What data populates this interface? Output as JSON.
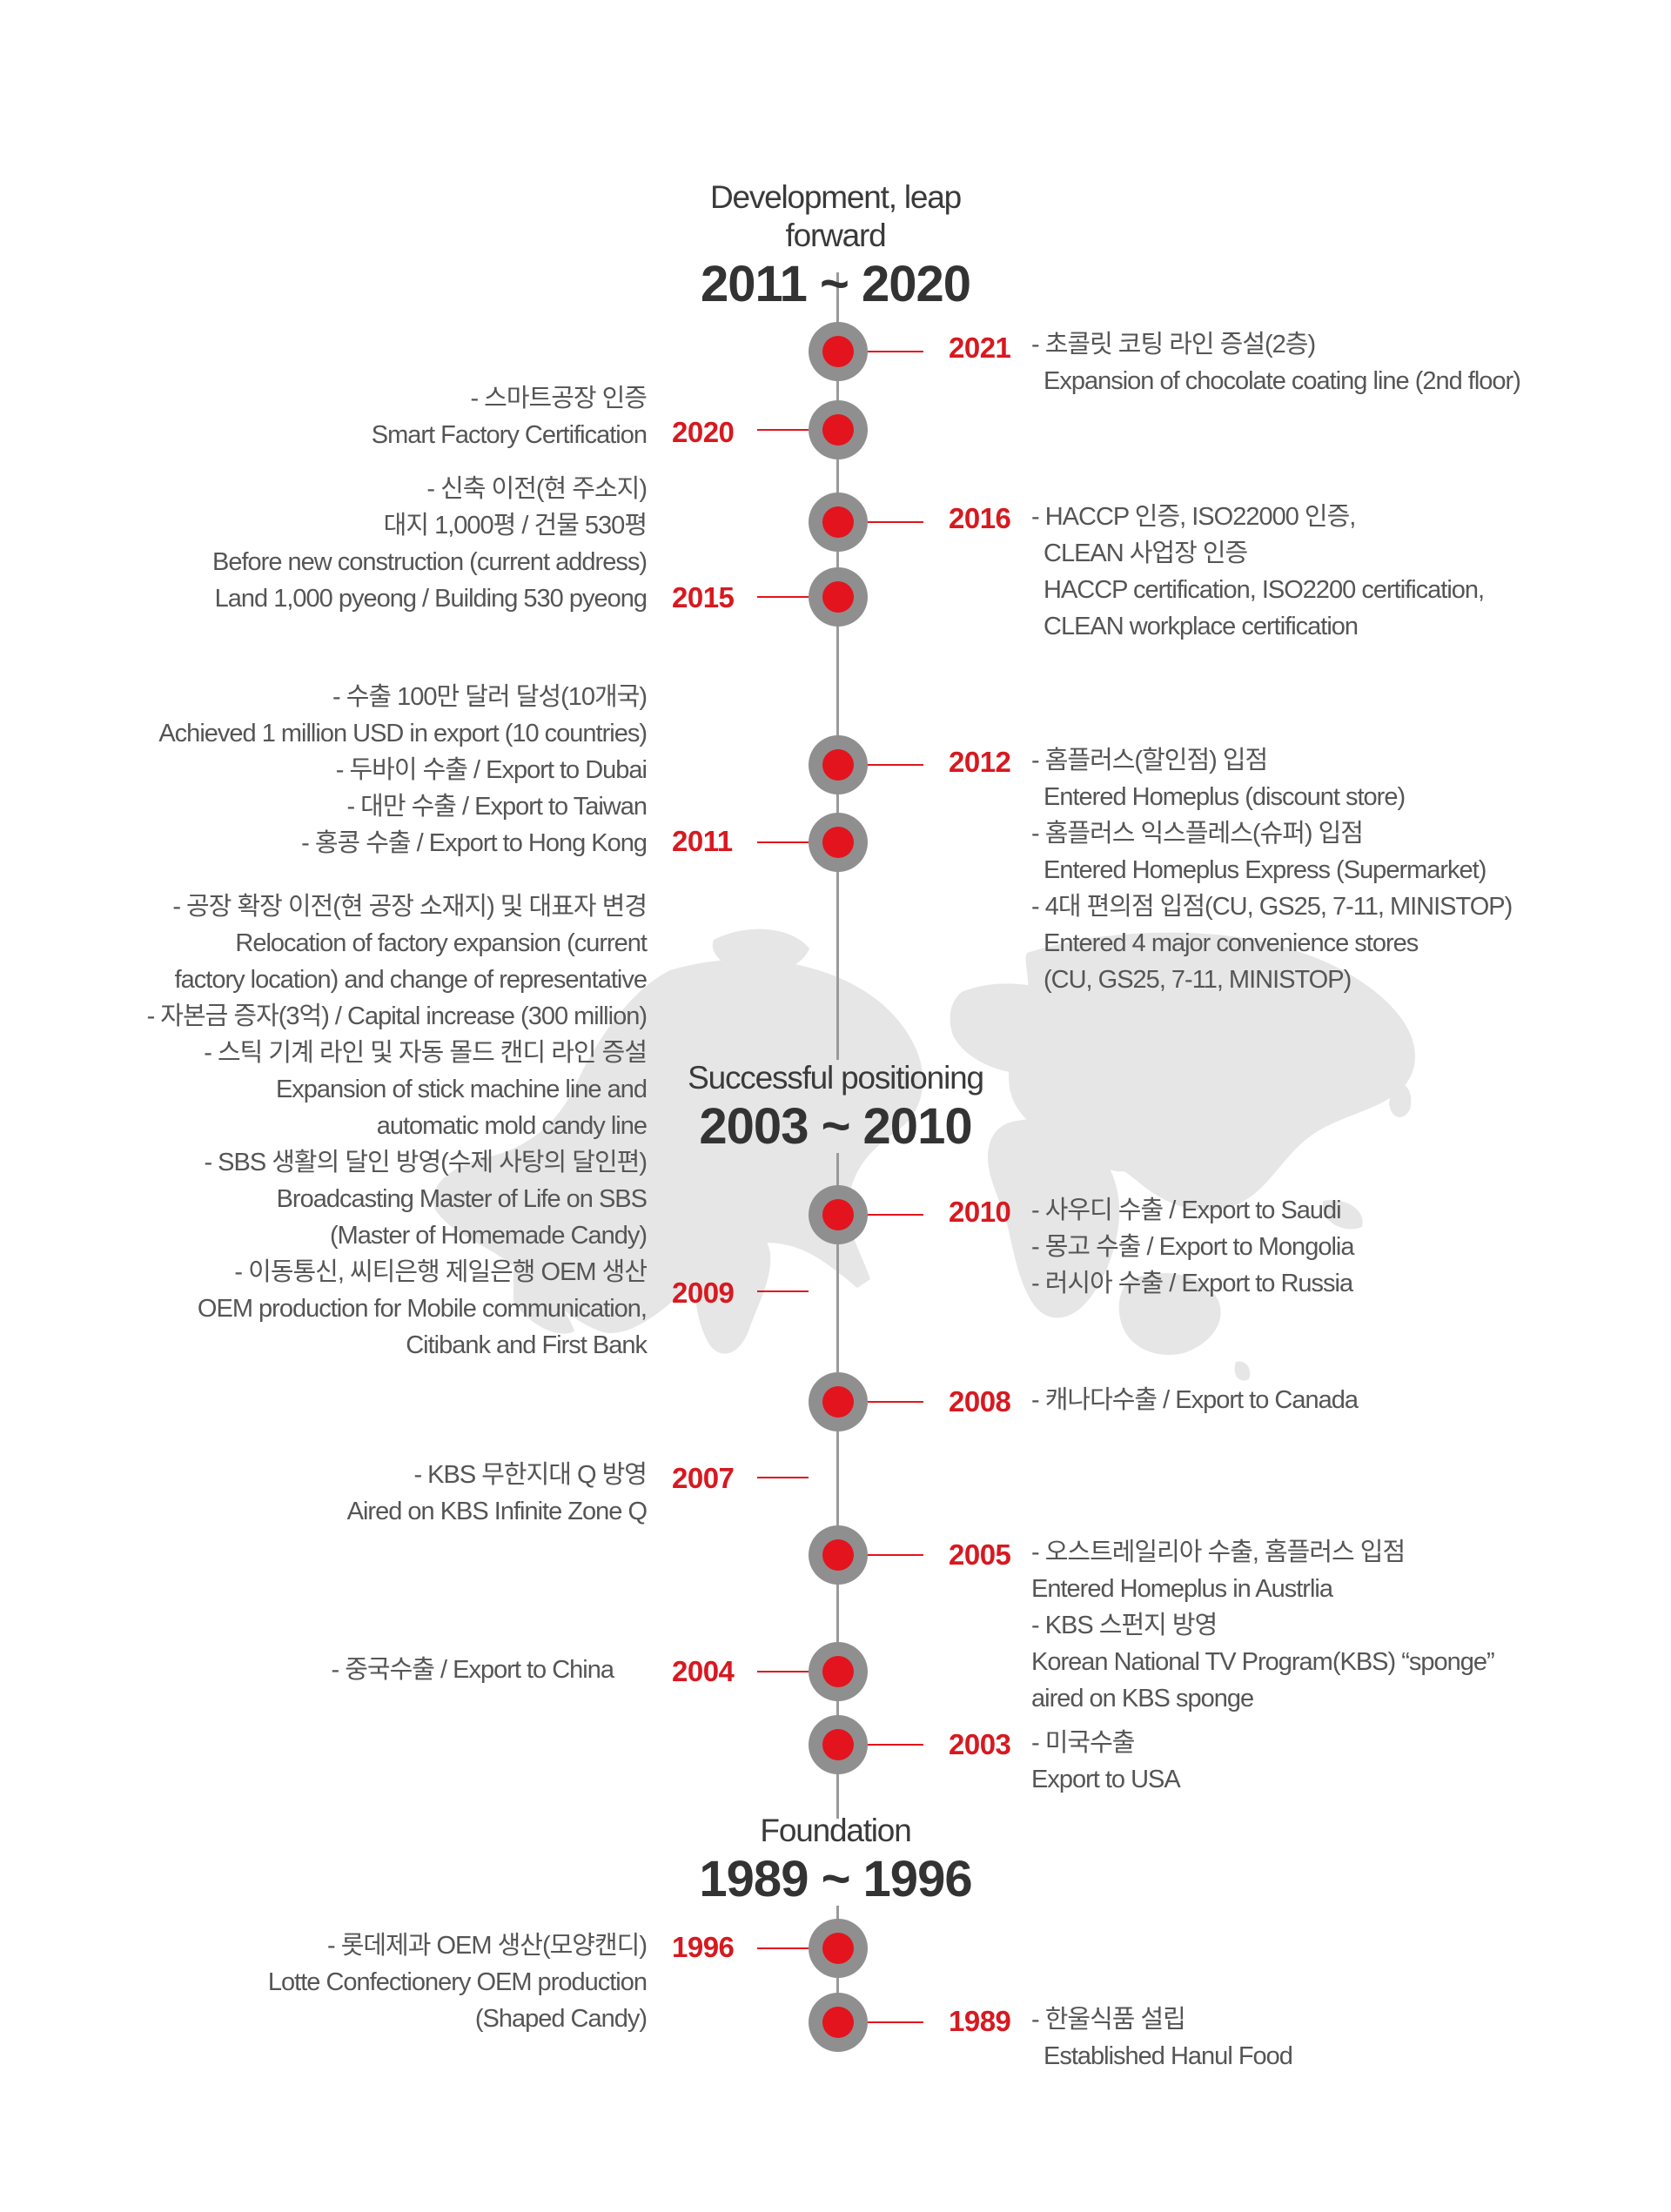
{
  "colors": {
    "accent": "#d71920",
    "dot_ring": "#8f8f8f",
    "axis": "#9a9a9a",
    "map": "#e6e6e6"
  },
  "eras": [
    {
      "title": "Development, leap forward",
      "range": "2011 ~ 2020"
    },
    {
      "title": "Successful positioning",
      "range": "2003 ~ 2010"
    },
    {
      "title": "Foundation",
      "range": "1989 ~ 1996"
    }
  ],
  "events": [
    {
      "year": "2021",
      "side": "right",
      "dot": true,
      "lines": [
        "- 초콜릿 코팅 라인 증설(2층)",
        "  Expansion of chocolate coating line (2nd floor)"
      ]
    },
    {
      "year": "2020",
      "side": "left",
      "dot": true,
      "lines": [
        "- 스마트공장 인증",
        "Smart Factory Certification"
      ]
    },
    {
      "year": "2016",
      "side": "right",
      "dot": true,
      "lines": [
        "- HACCP 인증, ISO22000 인증,",
        "  CLEAN 사업장 인증",
        "  HACCP certification, ISO2200 certification,",
        "  CLEAN workplace certification"
      ]
    },
    {
      "year": "2015",
      "side": "left",
      "dot": true,
      "lines": [
        "- 신축 이전(현 주소지)",
        "대지 1,000평 / 건물 530평",
        "Before new construction (current address)",
        "Land 1,000 pyeong / Building 530 pyeong"
      ]
    },
    {
      "year": "2012",
      "side": "right",
      "dot": true,
      "lines": [
        "- 홈플러스(할인점) 입점",
        "  Entered Homeplus (discount store)",
        "- 홈플러스 익스플레스(슈퍼) 입점",
        "  Entered Homeplus Express  (Supermarket)",
        "- 4대 편의점 입점(CU, GS25, 7-11, MINISTOP)",
        "  Entered 4 major convenience stores",
        "  (CU, GS25, 7-11, MINISTOP)"
      ]
    },
    {
      "year": "2011",
      "side": "left",
      "dot": true,
      "lines": [
        "- 수출 100만 달러 달성(10개국)",
        "Achieved 1 million USD in export (10 countries)",
        "- 두바이 수출 / Export to Dubai",
        "- 대만 수출 / Export to Taiwan",
        "- 홍콩 수출 / Export to Hong Kong"
      ]
    },
    {
      "year": "2010",
      "side": "right",
      "dot": true,
      "lines": [
        "- 사우디 수출 / Export to Saudi",
        "- 몽고 수출 / Export to Mongolia",
        "- 러시아 수출 / Export to Russia"
      ]
    },
    {
      "year": "2009",
      "side": "left",
      "dot": false,
      "lines": [
        "- 공장 확장 이전(현 공장 소재지) 및 대표자 변경",
        "Relocation of factory expansion (current",
        "factory location) and change of  representative",
        "- 자본금 증자(3억)  /  Capital increase (300 million)",
        "- 스틱 기계 라인 및 자동 몰드 캔디 라인 증설",
        "Expansion of stick machine line and",
        "automatic mold candy line",
        "- SBS 생활의 달인 방영(수제 사탕의 달인편)",
        "Broadcasting Master of Life on SBS",
        "(Master of Homemade Candy)",
        "- 이동통신, 씨티은행 제일은행 OEM 생산",
        "OEM production for Mobile communication,",
        "Citibank and First Bank"
      ]
    },
    {
      "year": "2008",
      "side": "right",
      "dot": true,
      "lines": [
        "- 캐나다수출 / Export to Canada"
      ]
    },
    {
      "year": "2007",
      "side": "left",
      "dot": false,
      "lines": [
        "- KBS 무한지대 Q 방영",
        "Aired on KBS Infinite Zone Q"
      ]
    },
    {
      "year": "2005",
      "side": "right",
      "dot": true,
      "lines": [
        "- 오스트레일리아 수출, 홈플러스 입점",
        "Entered Homeplus in Austrlia",
        "- KBS 스펀지 방영",
        "Korean National TV Program(KBS) “sponge”",
        "aired on KBS sponge"
      ]
    },
    {
      "year": "2004",
      "side": "left",
      "dot": true,
      "lines": [
        "- 중국수출 / Export to China"
      ]
    },
    {
      "year": "2003",
      "side": "right",
      "dot": true,
      "lines": [
        "- 미국수출",
        "Export to USA"
      ]
    },
    {
      "year": "1996",
      "side": "left",
      "dot": true,
      "lines": [
        "- 롯데제과 OEM 생산(모양캔디)",
        "Lotte Confectionery OEM production",
        "(Shaped Candy)"
      ]
    },
    {
      "year": "1989",
      "side": "right",
      "dot": true,
      "lines": [
        "- 한울식품 설립",
        "  Established Hanul Food"
      ]
    }
  ]
}
